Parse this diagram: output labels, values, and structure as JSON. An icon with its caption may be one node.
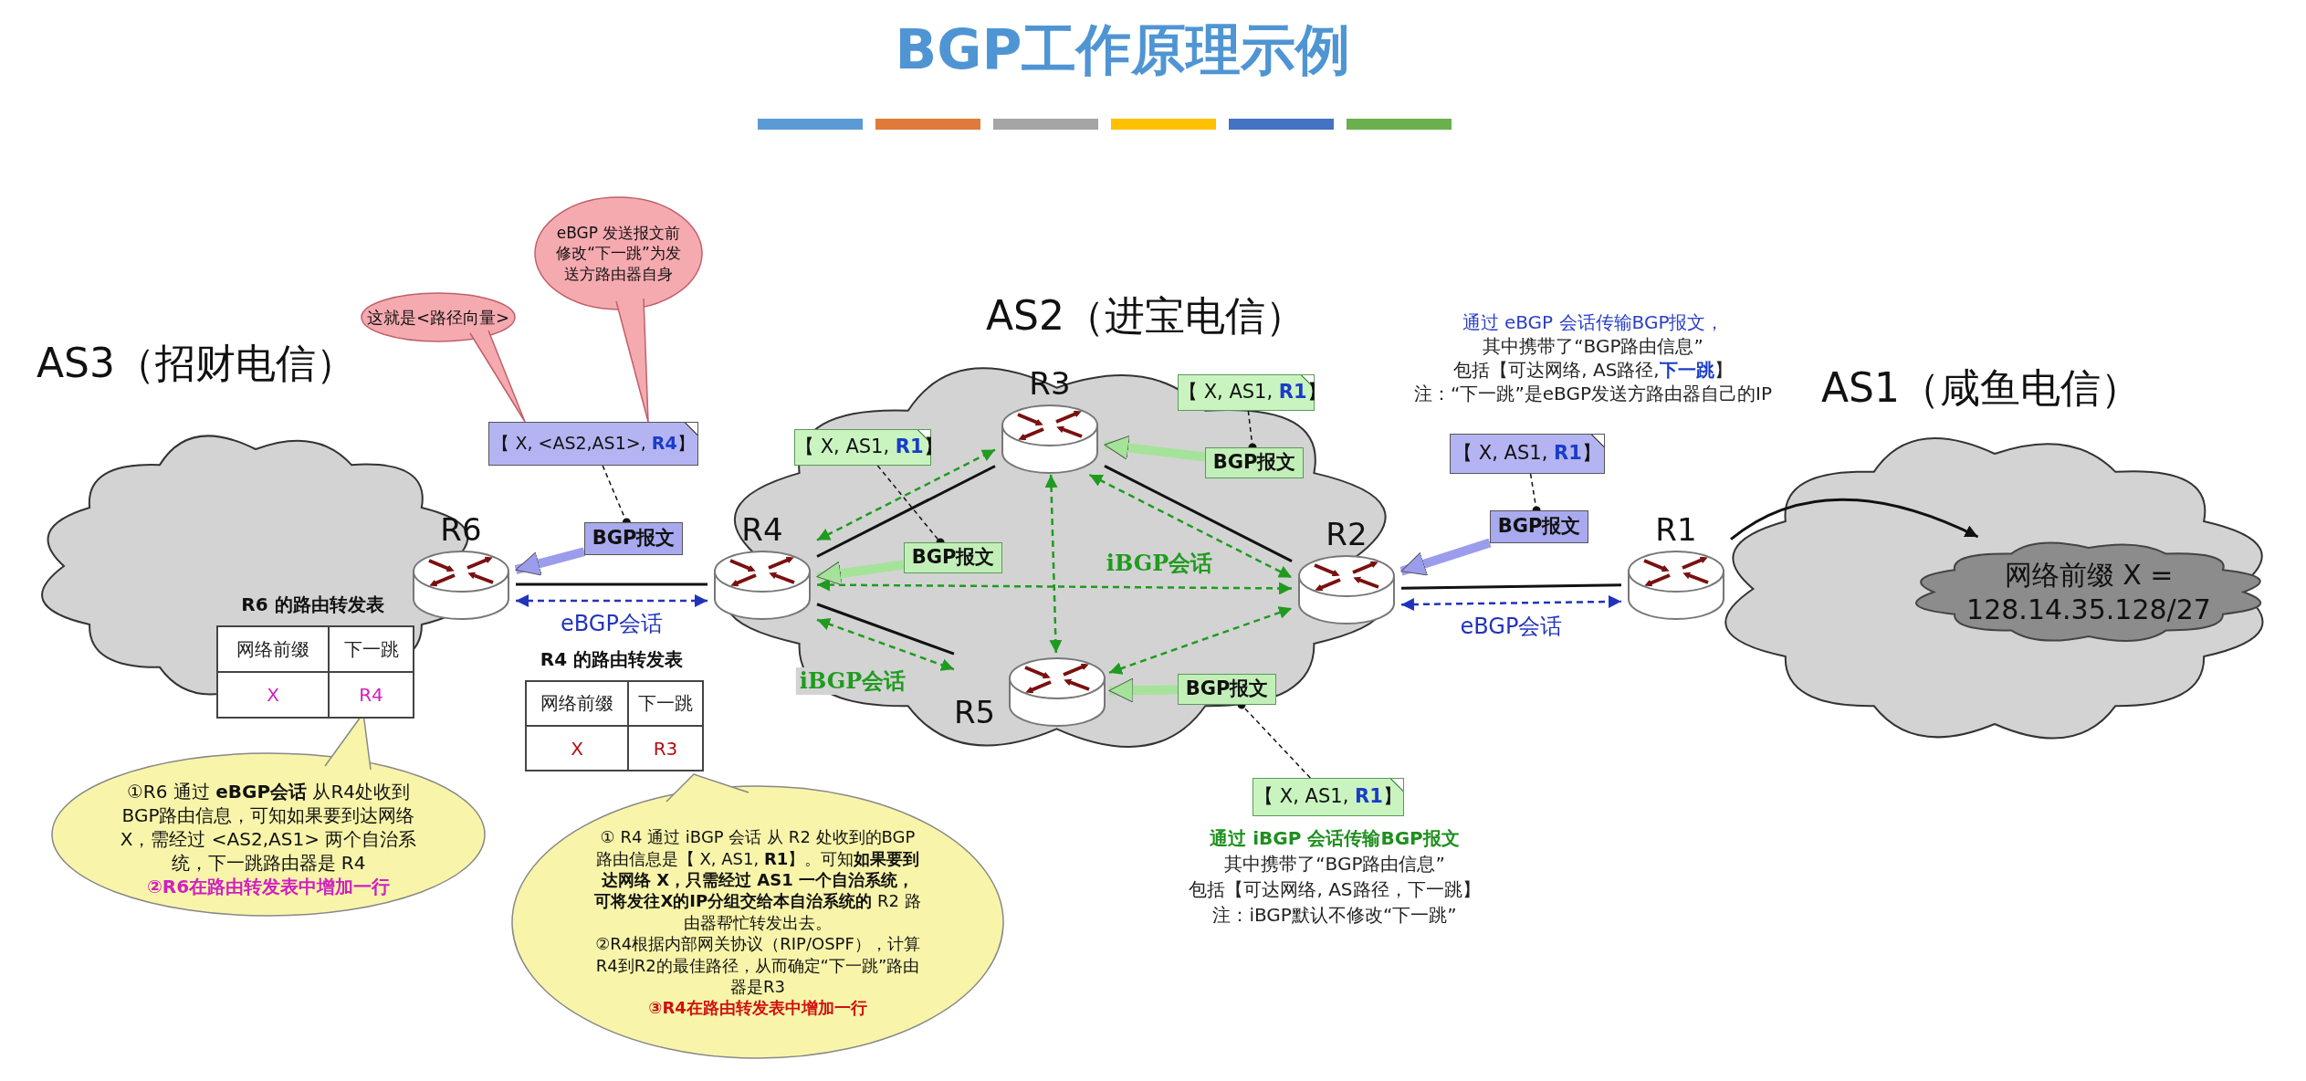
{
  "diagram": {
    "title": "BGP工作原理示例",
    "nodes": [
      {
        "text": [
          "AS3（招财电信）"
        ]
      },
      {
        "text": [
          "R6"
        ],
        "in": 0
      },
      {
        "text": [
          "AS2（进宝电信）"
        ]
      },
      {
        "text": [
          "R4"
        ],
        "in": 2
      },
      {
        "text": [
          "R3"
        ],
        "in": 2
      },
      {
        "text": [
          "R5"
        ],
        "in": 2
      },
      {
        "text": [
          "R2"
        ],
        "in": 2
      },
      {
        "text": [
          "AS1（咸鱼电信）"
        ]
      },
      {
        "text": [
          "R1"
        ]
      },
      {
        "text": [
          "网络前缀 X = 128.14.35.128/27"
        ],
        "in": 7
      },
      {
        "text": [
          "【 X, <AS2,AS1>, **R4**】"
        ]
      },
      {
        "text": [
          "BGP报文"
        ]
      },
      {
        "text": [
          "【 X, AS1, **R1**】"
        ]
      },
      {
        "text": [
          "BGP报文"
        ]
      },
      {
        "text": [
          "【 X, AS1, **R1**】"
        ],
        "in": 2
      },
      {
        "text": [
          "BGP报文"
        ],
        "in": 2
      },
      {
        "text": [
          "【 X, AS1, **R1**】"
        ],
        "in": 2
      },
      {
        "text": [
          "BGP报文"
        ],
        "in": 2
      },
      {
        "text": [
          "BGP报文"
        ],
        "in": 2
      },
      {
        "text": [
          "【 X, AS1, **R1**】"
        ]
      },
      {
        "text": [
          "这就是<路径向量>"
        ]
      },
      {
        "text": [
          "eBGP 发送报文前修改“下一跳”为发送方路由器自身"
        ]
      },
      {
        "text": [
          "①R6 通过 **eBGP会话** 从R4处收到BGP路由信息，可知如果要到达网络 X，需经过 <AS2,AS1> 两个自治系统，下一跳路由器是 R4",
          "②R6在路由转发表中增加一行"
        ]
      },
      {
        "text": [
          "① R4 通过 iBGP 会话 从 R2 处收到的BGP路由信息是【 X, AS1, **R1**】。可知**如果要到达网络 X，只需经过 AS1 一个自治系统，可将发往X的IP分组交给本自治系统的** R2 路由器帮忙转发出去。",
          "②R4根据内部网关协议（RIP/OSPF），计算 R4到R2的最佳路径，从而确定“下一跳”路由器是R3",
          "③R4在路由转发表中增加一行"
        ]
      }
    ],
    "edges": [
      {
        "from": 1,
        "to": 3,
        "arrow": "none"
      },
      {
        "from": 1,
        "to": 3,
        "arrow": "both",
        "label": "eBGP会话",
        "style": "dashed",
        "color": "#2233bb"
      },
      {
        "from": 3,
        "to": 4,
        "arrow": "none"
      },
      {
        "from": 4,
        "to": 6,
        "arrow": "none"
      },
      {
        "from": 3,
        "to": 5,
        "arrow": "none"
      },
      {
        "from": 3,
        "to": 4,
        "arrow": "both",
        "style": "dashed",
        "color": "#1f9b1f"
      },
      {
        "from": 4,
        "to": 6,
        "arrow": "both",
        "style": "dashed",
        "color": "#1f9b1f"
      },
      {
        "from": 3,
        "to": 6,
        "arrow": "both",
        "label": "iBGP会话",
        "style": "dashed",
        "color": "#1f9b1f"
      },
      {
        "from": 3,
        "to": 5,
        "arrow": "both",
        "label": "iBGP会话",
        "style": "dashed",
        "color": "#1f9b1f"
      },
      {
        "from": 4,
        "to": 5,
        "arrow": "both",
        "style": "dashed",
        "color": "#1f9b1f"
      },
      {
        "from": 5,
        "to": 6,
        "arrow": "both",
        "style": "dashed",
        "color": "#1f9b1f"
      },
      {
        "from": 6,
        "to": 8,
        "arrow": "none"
      },
      {
        "from": 6,
        "to": 8,
        "arrow": "both",
        "label": "eBGP会话",
        "style": "dashed",
        "color": "#2233bb"
      },
      {
        "from": 8,
        "to": 9,
        "arrow": "to"
      },
      {
        "from": 10,
        "to": 11,
        "arrow": "other",
        "style": "dashed"
      },
      {
        "from": 12,
        "to": 13,
        "arrow": "other",
        "style": "dashed"
      },
      {
        "from": 14,
        "to": 15,
        "arrow": "other",
        "style": "dashed"
      },
      {
        "from": 16,
        "to": 17,
        "arrow": "other",
        "style": "dashed"
      },
      {
        "from": 19,
        "to": 18,
        "arrow": "other",
        "style": "dashed"
      },
      {
        "from": 11,
        "to": 1,
        "arrow": "to",
        "style": "thick",
        "color": "#9c9cec"
      },
      {
        "from": 13,
        "to": 6,
        "arrow": "to",
        "style": "thick",
        "color": "#9c9cec"
      },
      {
        "from": 15,
        "to": 3,
        "arrow": "to",
        "style": "thick",
        "color": "#a6e39a"
      },
      {
        "from": 17,
        "to": 4,
        "arrow": "to",
        "style": "thick",
        "color": "#a6e39a"
      },
      {
        "from": 18,
        "to": 5,
        "arrow": "to",
        "style": "thick",
        "color": "#a6e39a"
      }
    ],
    "labels": [
      "R6 的路由转发表",
      "网络前缀",
      "下一跳",
      "X",
      "R4",
      "R4 的路由转发表",
      "网络前缀",
      "下一跳",
      "X",
      "R3",
      "通过 eBGP 会话传输BGP报文，",
      "其中携带了“BGP路由信息”",
      "包括【可达网络, AS路径,**下一跳**】",
      "注：“下一跳”是eBGP发送方路由器自己的IP",
      "通过 iBGP 会话传输BGP报文",
      "其中携带了“BGP路由信息”",
      "包括【可达网络, AS路径，下一跳】",
      "注：iBGP默认不修改“下一跳”"
    ]
  }
}
